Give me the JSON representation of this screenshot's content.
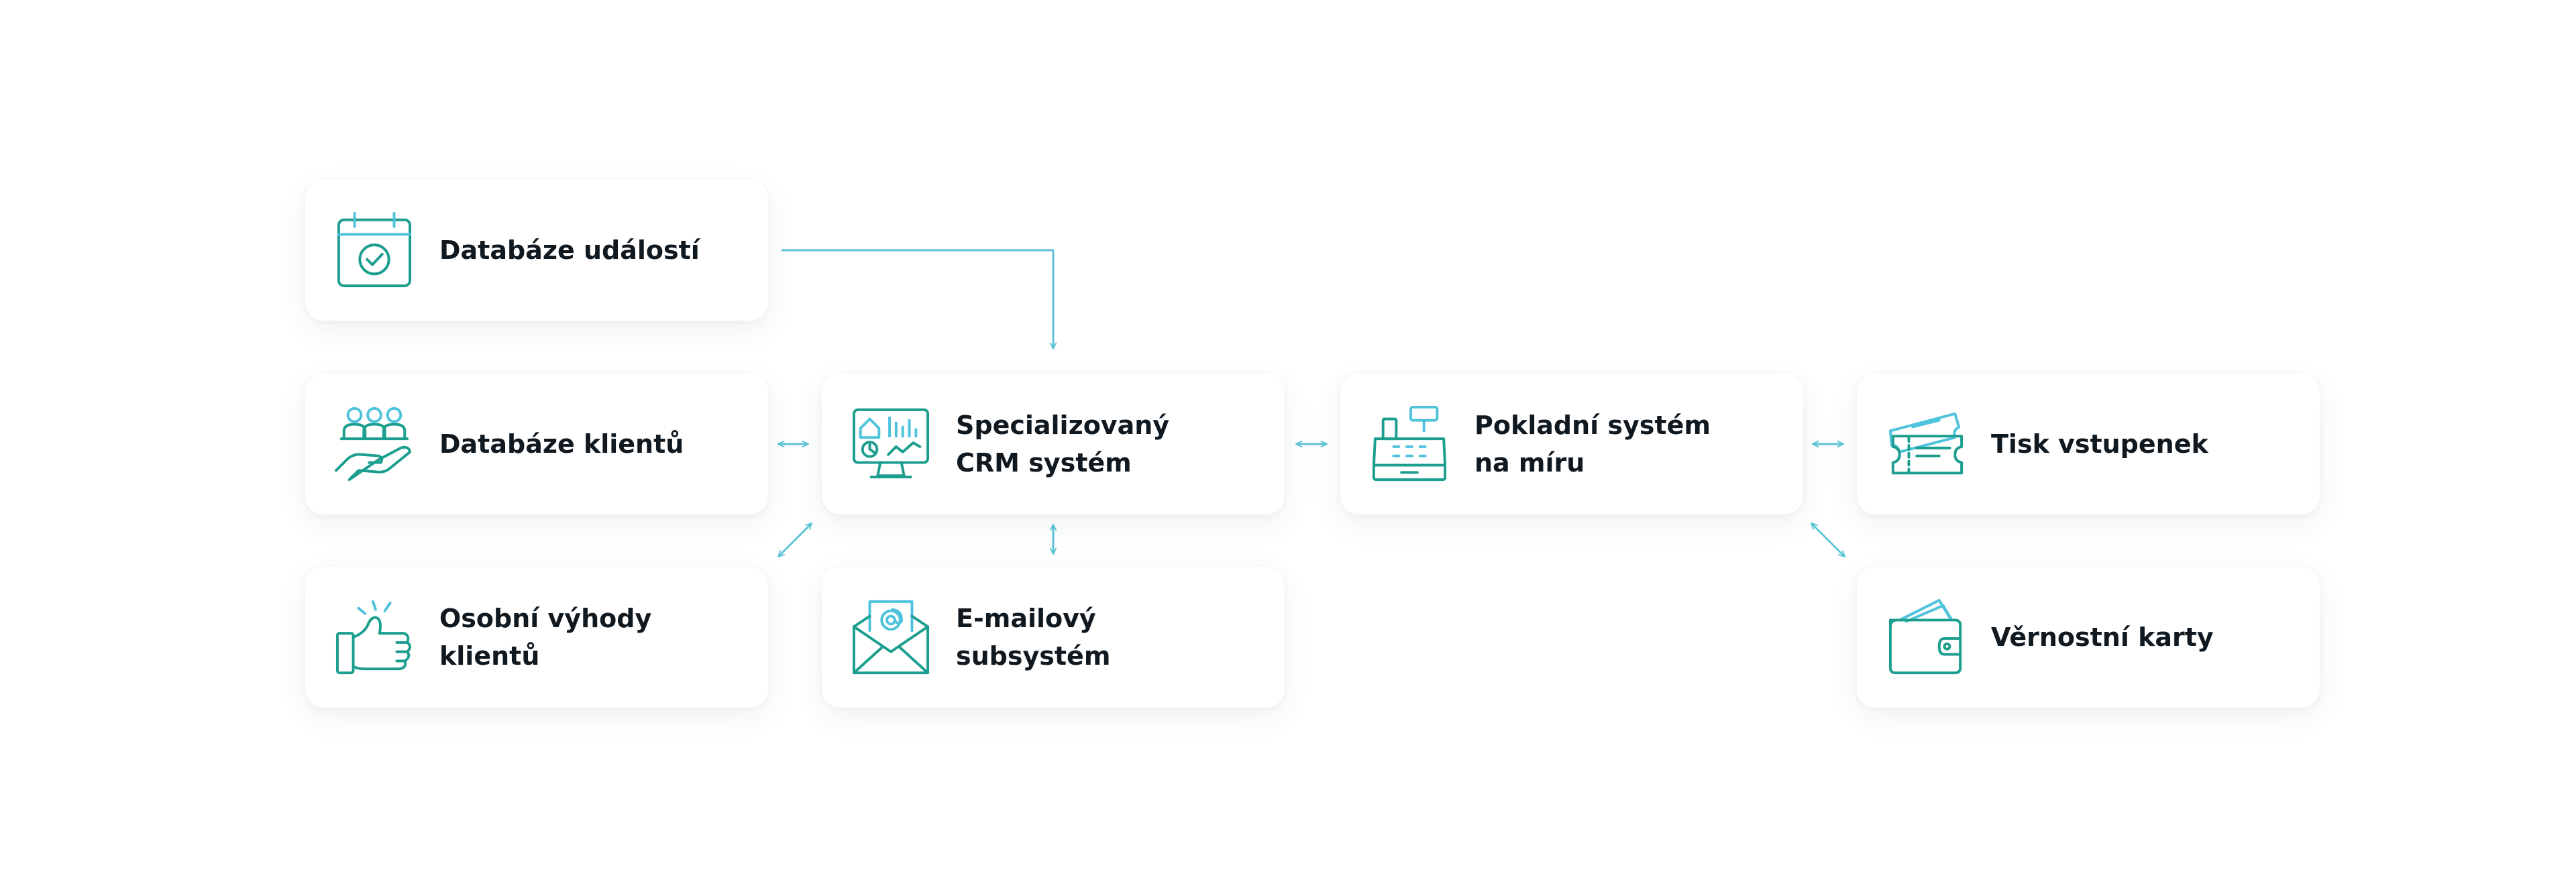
{
  "colors": {
    "icon_teal": "#1b9e8e",
    "icon_cyan": "#4fc3dc",
    "connector": "#5cc3d6",
    "text": "#101820"
  },
  "nodes": {
    "events_db": {
      "lines": [
        "Databáze událostí"
      ],
      "icon": "calendar-check-icon"
    },
    "clients_db": {
      "lines": [
        "Databáze klientů"
      ],
      "icon": "people-on-hand-icon"
    },
    "crm": {
      "lines": [
        "Specializovaný",
        "CRM systém"
      ],
      "icon": "monitor-dashboard-icon"
    },
    "pos": {
      "lines": [
        "Pokladní systém",
        "na míru"
      ],
      "icon": "cash-register-icon"
    },
    "tickets": {
      "lines": [
        "Tisk vstupenek"
      ],
      "icon": "tickets-icon"
    },
    "benefits": {
      "lines": [
        "Osobní výhody",
        "klientů"
      ],
      "icon": "thumbs-up-icon"
    },
    "email": {
      "lines": [
        "E-mailový",
        "subsystém"
      ],
      "icon": "email-envelope-icon"
    },
    "loyalty": {
      "lines": [
        "Věrnostní karty"
      ],
      "icon": "wallet-cards-icon"
    }
  },
  "connections": [
    {
      "from": "events_db",
      "to": "crm",
      "direction": "one-way"
    },
    {
      "from": "clients_db",
      "to": "crm",
      "direction": "two-way"
    },
    {
      "from": "crm",
      "to": "pos",
      "direction": "two-way"
    },
    {
      "from": "pos",
      "to": "tickets",
      "direction": "two-way"
    },
    {
      "from": "crm",
      "to": "email",
      "direction": "two-way"
    },
    {
      "from": "crm",
      "to": "benefits",
      "direction": "two-way"
    },
    {
      "from": "pos",
      "to": "loyalty",
      "direction": "two-way"
    }
  ]
}
